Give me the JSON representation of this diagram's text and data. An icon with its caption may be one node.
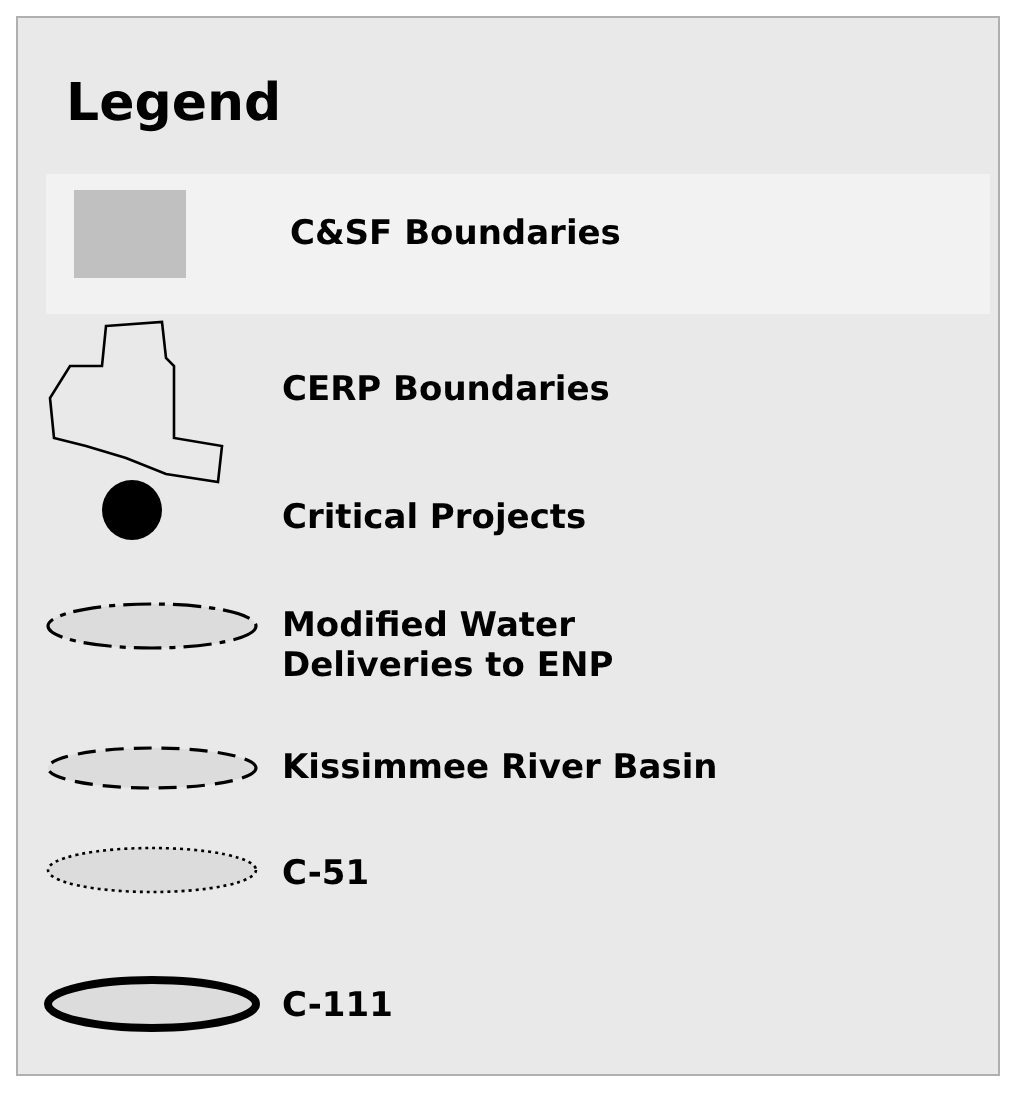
{
  "diagram": {
    "title": "Legend",
    "legend": [
      {
        "text": "C&SF Boundaries",
        "color": "#c0c0c0"
      },
      {
        "text": "CERP Boundaries"
      },
      {
        "text": "Critical Projects"
      },
      {
        "text": "Modified Water Deliveries to ENP"
      },
      {
        "text": "Kissimmee River Basin"
      },
      {
        "text": "C-51"
      },
      {
        "text": "C-111"
      }
    ]
  }
}
